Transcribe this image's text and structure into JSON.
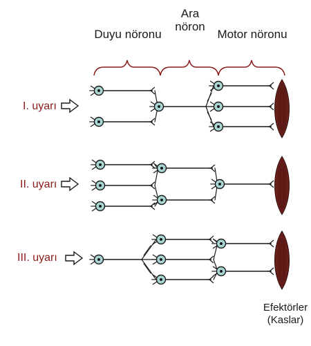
{
  "headers": {
    "sensory": "Duyu nöronu",
    "inter_line1": "Ara",
    "inter_line2": "nöron",
    "motor": "Motor nöronu"
  },
  "stimuli": [
    "I. uyarı",
    "II. uyarı",
    "III. uyarı"
  ],
  "effector": {
    "line1": "Efektörler",
    "line2": "(Kaslar)"
  },
  "colors": {
    "brace": "#8b1a1a",
    "stimulus_text": "#8b1a1a",
    "cell_body": "#a9d6d3",
    "muscle": "#6b1f1a",
    "line": "#1a1a1a"
  }
}
